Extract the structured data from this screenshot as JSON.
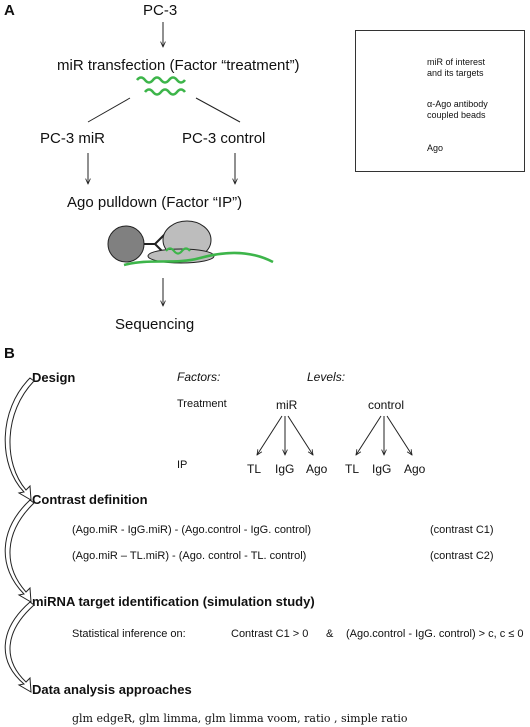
{
  "panel_a": {
    "label": "A",
    "pc3": "PC-3",
    "transfection": "miR transfection (Factor “treatment”)",
    "pc3_mir": "PC-3 miR",
    "pc3_control": "PC-3 control",
    "pulldown": "Ago pulldown (Factor “IP”)",
    "sequencing": "Sequencing",
    "legend": {
      "mir_line1": "miR of interest",
      "mir_line2": "and its targets",
      "antibody_line1": "α-Ago antibody",
      "antibody_line2": "coupled beads",
      "ago": "Ago"
    },
    "colors": {
      "mir_green": "#3db54a",
      "bead_gray": "#808080",
      "ago_gray": "#bdbdbd"
    }
  },
  "panel_b": {
    "label": "B",
    "design": {
      "title": "Design",
      "factors_header": "Factors:",
      "levels_header": "Levels:",
      "treatment_label": "Treatment",
      "ip_label": "IP",
      "level_mir": "miR",
      "level_control": "control",
      "ip_levels_mir": [
        "TL",
        "IgG",
        "Ago"
      ],
      "ip_levels_control": [
        "TL",
        "IgG",
        "Ago"
      ]
    },
    "contrast": {
      "title": "Contrast definition",
      "c1_formula": "(Ago.miR - IgG.miR) - (Ago.control - IgG. control)",
      "c1_label": "(contrast C1)",
      "c2_formula": "(Ago.miR – TL.miR) - (Ago. control - TL. control)",
      "c2_label": "(contrast C2)"
    },
    "mirna": {
      "title": "miRNA target identification (simulation study)",
      "inference_prefix": "Statistical inference on:",
      "inference_c1": "Contrast C1 > 0",
      "inference_and": "&",
      "inference_cond": "(Ago.control - IgG. control) > c,  c ≤ 0"
    },
    "data_analysis": {
      "title": "Data analysis approaches",
      "methods": "glm edgeR,  glm limma,  glm limma voom,  ratio ,  simple ratio"
    }
  }
}
